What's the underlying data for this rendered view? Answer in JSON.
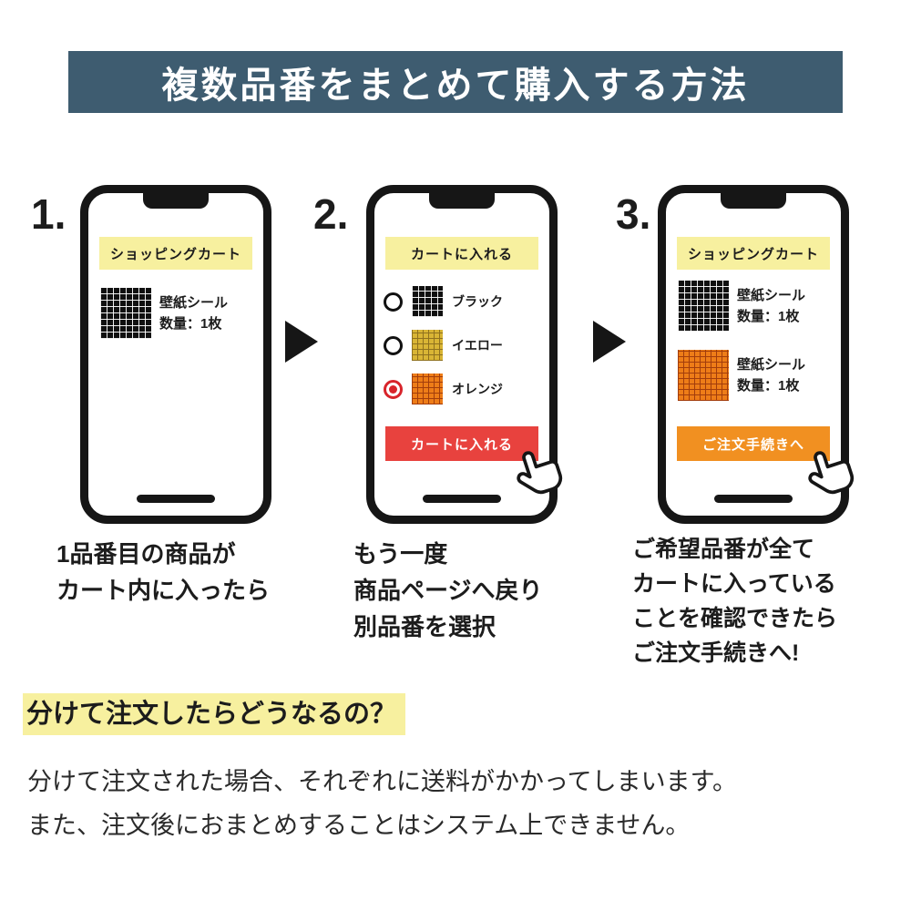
{
  "header": {
    "title": "複数品番をまとめて購入する方法"
  },
  "steps": [
    {
      "number": "1.",
      "phone": {
        "banner": "ショッピングカート",
        "items": [
          {
            "swatch": "black-grid",
            "lines": [
              "壁紙シール",
              "数量：1枚"
            ]
          }
        ]
      },
      "caption": [
        "1品番目の商品が",
        "カート内に入ったら"
      ]
    },
    {
      "number": "2.",
      "phone": {
        "banner": "カートに入れる",
        "options": [
          {
            "label": "ブラック",
            "swatch": "black-grid",
            "selected": false
          },
          {
            "label": "イエロー",
            "swatch": "yellow-grid",
            "selected": false
          },
          {
            "label": "オレンジ",
            "swatch": "orange-grid",
            "selected": true
          }
        ],
        "button": {
          "label": "カートに入れる",
          "color": "#e8423e"
        }
      },
      "caption": [
        "もう一度",
        "商品ページへ戻り",
        "別品番を選択"
      ]
    },
    {
      "number": "3.",
      "phone": {
        "banner": "ショッピングカート",
        "items": [
          {
            "swatch": "black-grid",
            "lines": [
              "壁紙シール",
              "数量：1枚"
            ]
          },
          {
            "swatch": "orange-grid",
            "lines": [
              "壁紙シール",
              "数量：1枚"
            ]
          }
        ],
        "button": {
          "label": "ご注文手続きへ",
          "color": "#f19021"
        }
      },
      "caption": [
        "ご希望品番が全て",
        "カートに入っている",
        "ことを確認できたら",
        "ご注文手続きへ!"
      ]
    }
  ],
  "footer": {
    "heading": "分けて注文したらどうなるの？",
    "body": [
      "分けて注文された場合、それぞれに送料がかかってしまいます。",
      "また、注文後におまとめすることはシステム上できません。"
    ]
  },
  "colors": {
    "header_bg": "#3e5c70",
    "banner_yellow": "#f7f09f",
    "red_button": "#e8423e",
    "orange_button": "#f19021",
    "selected_radio": "#d8242b"
  }
}
